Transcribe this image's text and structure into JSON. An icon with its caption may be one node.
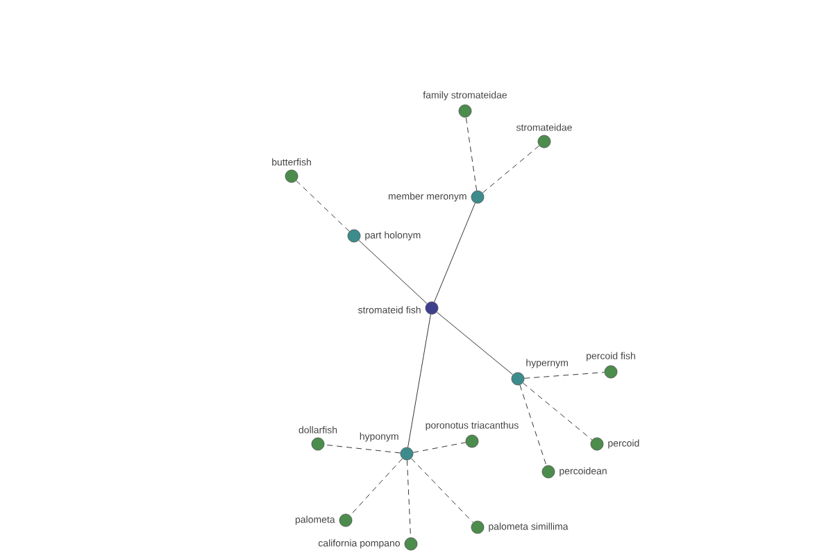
{
  "diagram": {
    "nodes": [
      {
        "text": [
          "stromateid fish"
        ]
      },
      {
        "text": [
          "member meronym"
        ]
      },
      {
        "text": [
          "family stromateidae"
        ]
      },
      {
        "text": [
          "stromateidae"
        ]
      },
      {
        "text": [
          "part holonym"
        ]
      },
      {
        "text": [
          "butterfish"
        ]
      },
      {
        "text": [
          "hypernym"
        ]
      },
      {
        "text": [
          "percoid fish"
        ]
      },
      {
        "text": [
          "percoid"
        ]
      },
      {
        "text": [
          "percoidean"
        ]
      },
      {
        "text": [
          "hyponym"
        ]
      },
      {
        "text": [
          "poronotus triacanthus"
        ]
      },
      {
        "text": [
          "dollarfish"
        ]
      },
      {
        "text": [
          "palometa"
        ]
      },
      {
        "text": [
          "california pompano"
        ]
      },
      {
        "text": [
          "palometa simillima"
        ]
      }
    ],
    "edges": [
      {
        "from": 0,
        "to": 1,
        "arrow": "none"
      },
      {
        "from": 0,
        "to": 4,
        "arrow": "none"
      },
      {
        "from": 0,
        "to": 6,
        "arrow": "none"
      },
      {
        "from": 0,
        "to": 10,
        "arrow": "none"
      },
      {
        "from": 1,
        "to": 2,
        "arrow": "none",
        "style": "dashed"
      },
      {
        "from": 1,
        "to": 3,
        "arrow": "none",
        "style": "dashed"
      },
      {
        "from": 4,
        "to": 5,
        "arrow": "none",
        "style": "dashed"
      },
      {
        "from": 6,
        "to": 7,
        "arrow": "none",
        "style": "dashed"
      },
      {
        "from": 6,
        "to": 8,
        "arrow": "none",
        "style": "dashed"
      },
      {
        "from": 6,
        "to": 9,
        "arrow": "none",
        "style": "dashed"
      },
      {
        "from": 10,
        "to": 11,
        "arrow": "none",
        "style": "dashed"
      },
      {
        "from": 10,
        "to": 12,
        "arrow": "none",
        "style": "dashed"
      },
      {
        "from": 10,
        "to": 13,
        "arrow": "none",
        "style": "dashed"
      },
      {
        "from": 10,
        "to": 14,
        "arrow": "none",
        "style": "dashed"
      },
      {
        "from": 10,
        "to": 15,
        "arrow": "none",
        "style": "dashed"
      }
    ]
  }
}
